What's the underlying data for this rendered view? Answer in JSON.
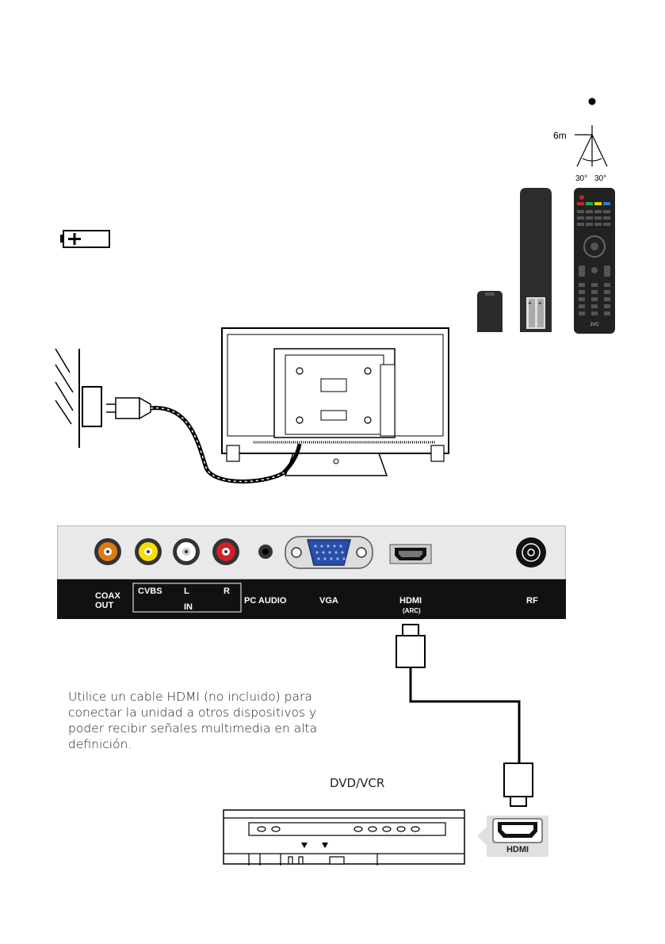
{
  "remote_range": {
    "distance": "6m",
    "angle_left": "30°",
    "angle_right": "30°"
  },
  "remote_brand": "JVC",
  "panel": {
    "coax_line1": "COAX",
    "coax_line2": "OUT",
    "cvbs": "CVBS",
    "left": "L",
    "right": "R",
    "in": "IN",
    "pc_audio": "PC AUDIO",
    "vga": "VGA",
    "hdmi": "HDMI",
    "hdmi_arc": "(ARC)",
    "rf": "RF"
  },
  "caption": "Utilice un cable HDMI (no incluido) para conectar la unidad a otros dispositivos y poder recibir señales multimedia en alta definición.",
  "dvd_label": "DVD/VCR",
  "hdmi_port_label": "HDMI",
  "colors": {
    "coax": "#e07a10",
    "video": "#f5e000",
    "audio_left": "#ffffff",
    "audio_right": "#d0202a",
    "vga_blue": "#2a4fa8",
    "panel_bg": "#e9e9e9",
    "panel_label_bg": "#111111"
  }
}
